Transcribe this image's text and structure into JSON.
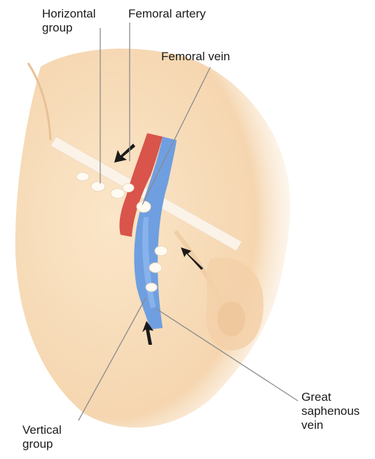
{
  "labels": {
    "horizontal_group": "Horizontal\ngroup",
    "femoral_artery": "Femoral artery",
    "femoral_vein": "Femoral vein",
    "vertical_group": "Vertical\ngroup",
    "great_saphenous_vein": "Great\nsaphenous\nvein"
  },
  "colors": {
    "skin": "#f7dcba",
    "skin_shadow": "#eec89d",
    "artery": "#d9544a",
    "vein": "#6f9fe0",
    "ligament": "#fbf3e8",
    "node": "#fffaf2",
    "arrow": "#1a1a1a",
    "leader_line": "#8a8a8a"
  }
}
